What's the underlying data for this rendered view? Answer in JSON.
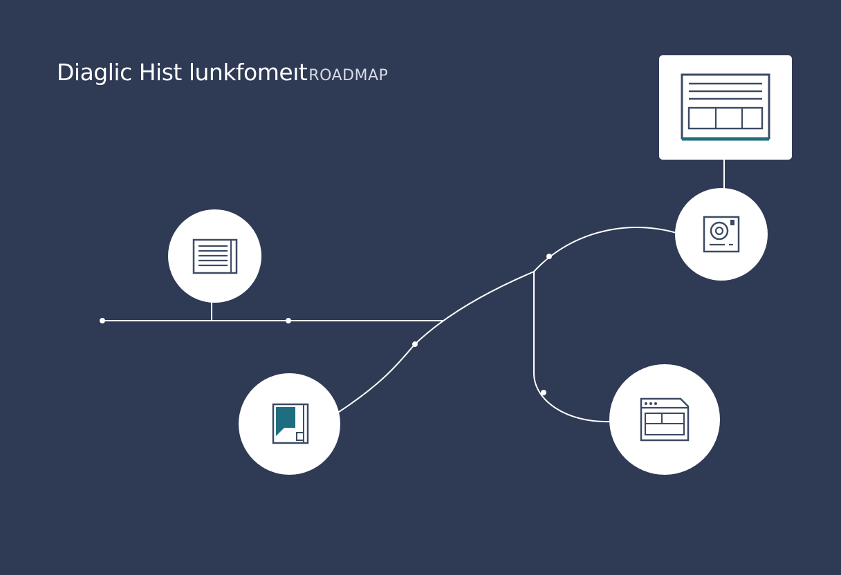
{
  "title": {
    "main": "Diaglic Hist lunkfomeıt",
    "suffix": "ROADMAP"
  },
  "colors": {
    "background": "#2f3a55",
    "line": "#ffffff",
    "node_fill": "#ffffff",
    "icon_stroke": "#3c4a63",
    "accent": "#1e6e80"
  },
  "nodes": [
    {
      "id": "document",
      "icon": "document-list-icon"
    },
    {
      "id": "file",
      "icon": "file-bookmark-icon"
    },
    {
      "id": "media",
      "icon": "media-disc-icon"
    },
    {
      "id": "window",
      "icon": "browser-window-icon"
    },
    {
      "id": "screen",
      "icon": "monitor-screen-icon"
    }
  ]
}
